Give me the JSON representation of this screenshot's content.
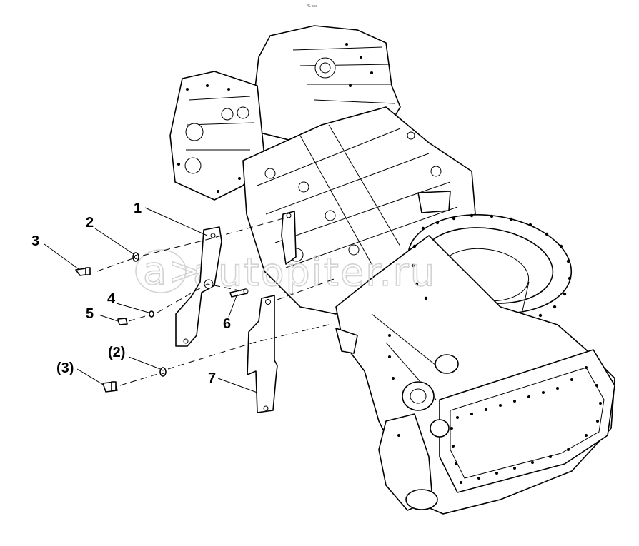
{
  "header": {
    "tiny_mark": "% sss"
  },
  "watermark": {
    "text": "autopiter.ru",
    "logo_glyph": "a>"
  },
  "callouts": {
    "c1": "1",
    "c2": "2",
    "c3": "3",
    "c4": "4",
    "c5": "5",
    "c6": "6",
    "c7": "7",
    "c2b": "(2)",
    "c3b": "(3)"
  }
}
